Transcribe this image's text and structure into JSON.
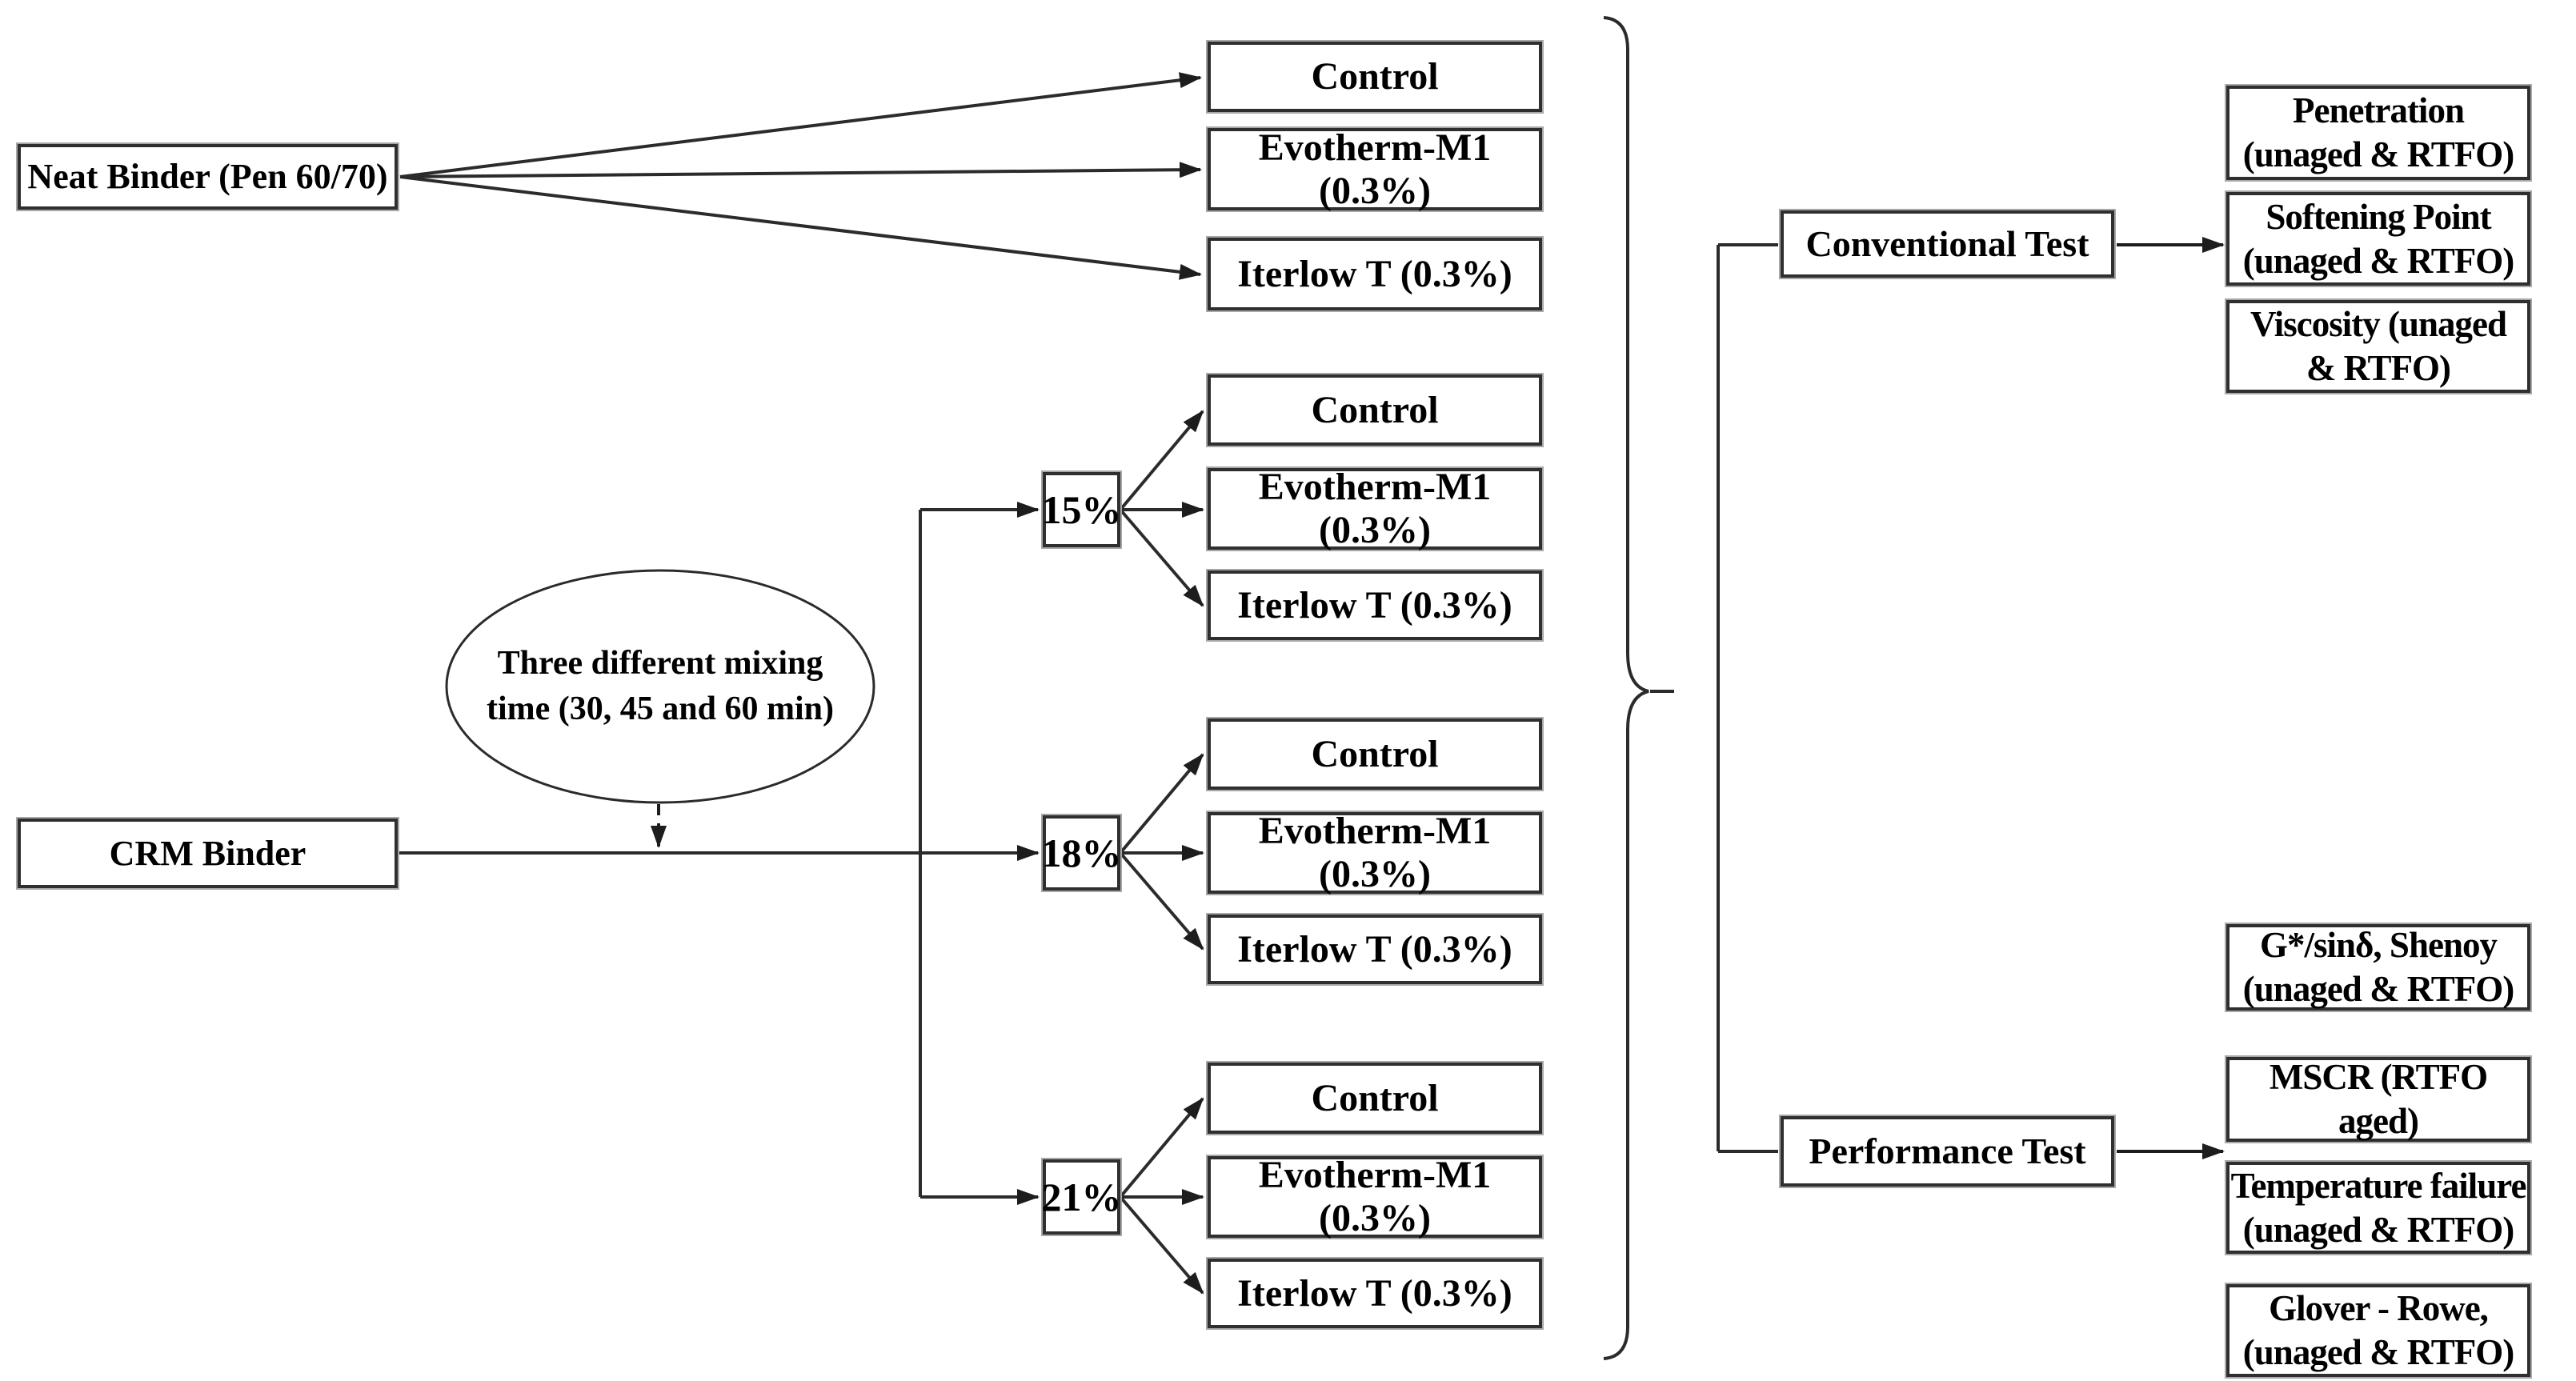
{
  "diagram": {
    "title_semantics": "Experimental program flowchart for CRM binder study",
    "colors": {
      "background": "#ffffff",
      "line": "#2b2b2b",
      "box_border": "#2f2f2f",
      "box_outer_edge": "#a8a8a8",
      "box_fill": "#ffffff",
      "text": "#000000"
    },
    "sources": {
      "neat_binder": "Neat Binder (Pen 60/70)",
      "crm_binder": "CRM Binder"
    },
    "mixing_note": "Three different mixing\ntime (30, 45 and 60 min)",
    "percentages": [
      "15%",
      "18%",
      "21%"
    ],
    "treatments": {
      "control": "Control",
      "evotherm": "Evotherm-M1\n(0.3%)",
      "iterlow": "Iterlow T (0.3%)"
    },
    "tests": {
      "conventional": {
        "label": "Conventional Test",
        "items": [
          "Penetration\n(unaged & RTFO)",
          "Softening Point\n(unaged & RTFO)",
          "Viscosity (unaged\n& RTFO)"
        ]
      },
      "performance": {
        "label": "Performance Test",
        "items": [
          "G*/sinδ, Shenoy\n(unaged & RTFO)",
          "MSCR (RTFO\naged)",
          "Temperature failure\n(unaged & RTFO)",
          "Glover - Rowe,\n(unaged & RTFO)"
        ]
      }
    }
  }
}
